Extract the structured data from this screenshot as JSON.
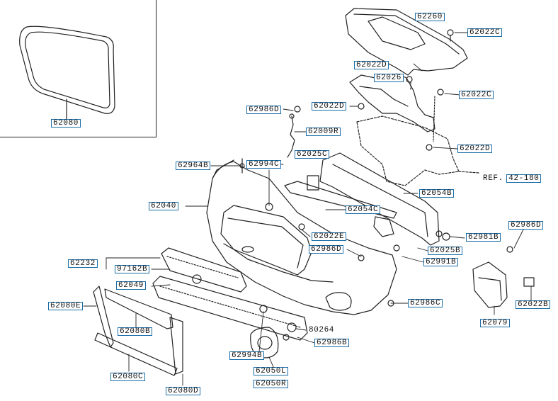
{
  "diagram": {
    "title": "Front bumper exploded parts diagram",
    "label_color": "#1b6ea8",
    "inset": {
      "part": "62080"
    },
    "reference": {
      "prefix": "REF.",
      "number": "42-180"
    },
    "labels": {
      "p62260": "62260",
      "p62022C_top": "62022C",
      "p62022D_a": "62022D",
      "p62026": "62026",
      "p62022C_mid": "62022C",
      "p62022D_b": "62022D",
      "p62986D_top": "62986D",
      "p62009R": "62009R",
      "p62022D_c": "62022D",
      "p62025C": "62025C",
      "p62964B": "62964B",
      "p62994C": "62994C",
      "p62054B": "62054B",
      "p62040": "62040",
      "p62054C": "62054C",
      "p62022E": "62022E",
      "p62986D_mid": "62986D",
      "p62986D_right": "62986D",
      "p62981B": "62981B",
      "p62025B": "62025B",
      "p62991B": "62991B",
      "p62232": "62232",
      "p97162B": "97162B",
      "p62049": "62049",
      "p62080E": "62080E",
      "p62080B": "62080B",
      "p62986C": "62986C",
      "p62022B": "62022B",
      "p62079": "62079",
      "p80264": "80264",
      "p62986B": "62986B",
      "p62994B": "62994B",
      "p62050L": "62050L",
      "p62050R": "62050R",
      "p62080C": "62080C",
      "p62080D": "62080D"
    }
  }
}
